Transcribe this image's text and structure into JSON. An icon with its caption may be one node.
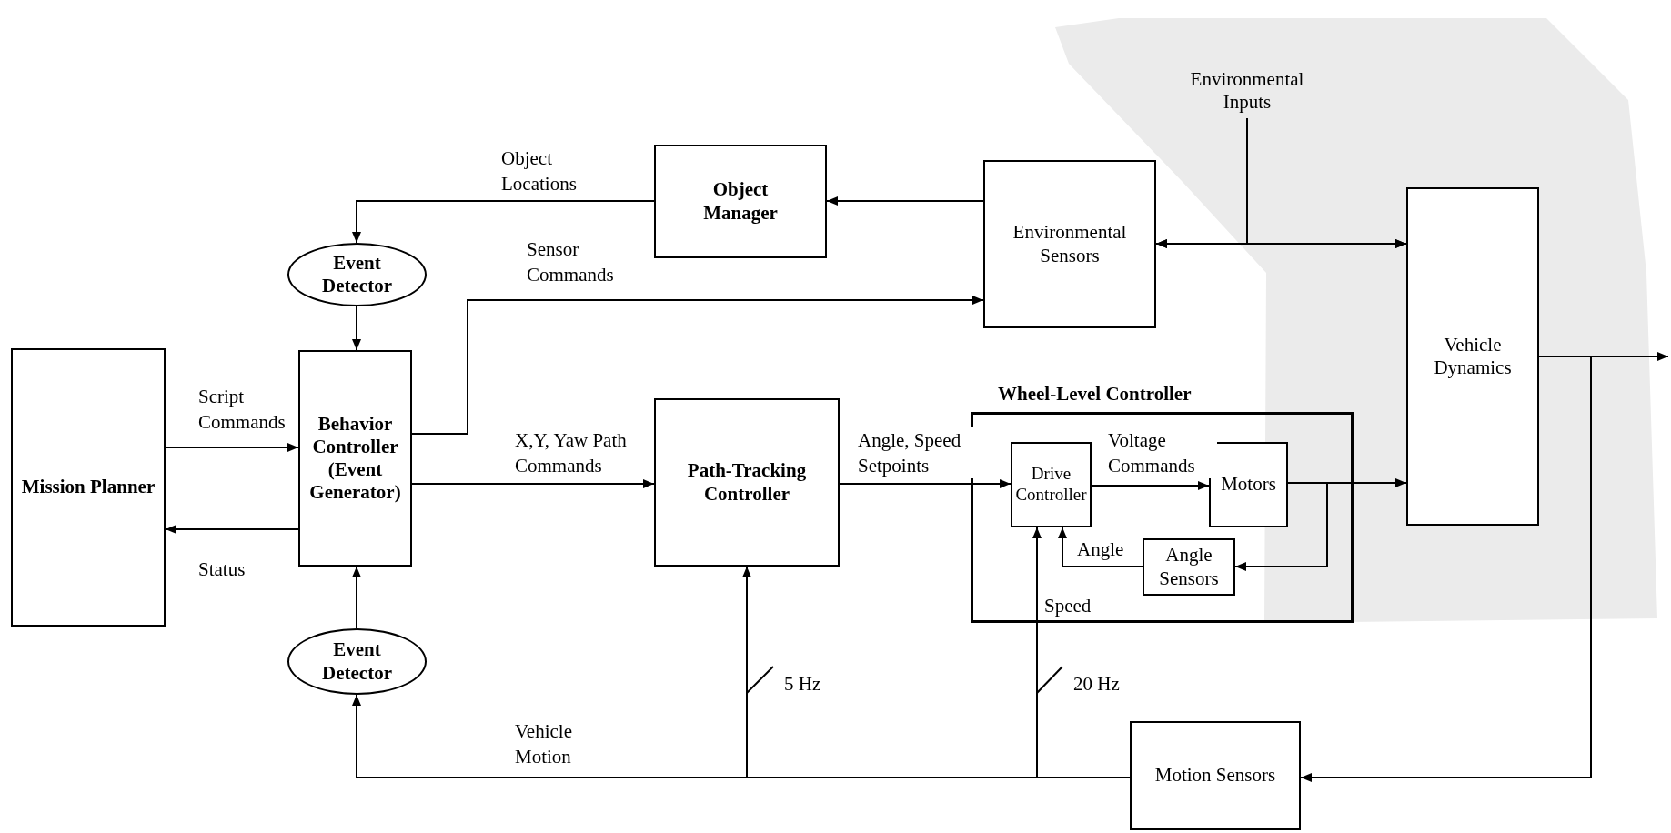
{
  "diagram": {
    "nodes": [
      {
        "text": [
          "Mission Planner"
        ]
      },
      {
        "text": [
          "Event Detector"
        ]
      },
      {
        "text": [
          "Behavior Controller (Event Generator)"
        ]
      },
      {
        "text": [
          "Object Manager"
        ]
      },
      {
        "text": [
          "Environmental Sensors"
        ]
      },
      {
        "text": [
          "Vehicle Dynamics"
        ]
      },
      {
        "text": [
          "Path-Tracking Controller"
        ]
      },
      {
        "text": [
          "Wheel-Level Controller"
        ]
      },
      {
        "text": [
          "Drive Controller"
        ],
        "in": 7
      },
      {
        "text": [
          "Motors"
        ],
        "in": 7
      },
      {
        "text": [
          "Angle Sensors"
        ],
        "in": 7
      },
      {
        "text": [
          "Event Detector"
        ]
      },
      {
        "text": [
          "Motion Sensors"
        ]
      },
      {
        "text": [
          "Environmental Inputs"
        ]
      }
    ],
    "edges": [
      {
        "from": 0,
        "to": 2,
        "arrow": "to",
        "label": "Script Commands"
      },
      {
        "from": 2,
        "to": 0,
        "arrow": "to",
        "label": "Status"
      },
      {
        "from": 4,
        "to": 3,
        "arrow": "to"
      },
      {
        "from": 3,
        "to": 1,
        "arrow": "to",
        "label": "Object Locations"
      },
      {
        "from": 1,
        "to": 2,
        "arrow": "to"
      },
      {
        "from": 2,
        "to": 4,
        "arrow": "to",
        "label": "Sensor Commands"
      },
      {
        "from": 2,
        "to": 6,
        "arrow": "to",
        "label": "X,Y, Yaw Path Commands"
      },
      {
        "from": 6,
        "to": 8,
        "arrow": "to",
        "label": "Angle, Speed Setpoints"
      },
      {
        "from": 8,
        "to": 9,
        "arrow": "to",
        "label": "Voltage Commands"
      },
      {
        "from": 9,
        "to": 5,
        "arrow": "to"
      },
      {
        "from": 9,
        "to": 10,
        "arrow": "to"
      },
      {
        "from": 10,
        "to": 8,
        "arrow": "to",
        "label": "Angle"
      },
      {
        "from": 4,
        "to": 5,
        "arrow": "both"
      },
      {
        "from": 13,
        "to": 4,
        "arrow": "to"
      },
      {
        "from": 13,
        "to": 5,
        "arrow": "to"
      },
      {
        "from": 5,
        "to": null,
        "arrow": "to"
      },
      {
        "from": 5,
        "to": 12,
        "arrow": "to"
      },
      {
        "from": 12,
        "to": 11,
        "arrow": "to",
        "label": "Vehicle Motion"
      },
      {
        "from": 11,
        "to": 2,
        "arrow": "to"
      },
      {
        "from": 12,
        "to": 6,
        "arrow": "to"
      },
      {
        "from": 12,
        "to": 8,
        "arrow": "to",
        "label": "Speed"
      }
    ],
    "labels": [
      "5 Hz",
      "20 Hz"
    ]
  }
}
